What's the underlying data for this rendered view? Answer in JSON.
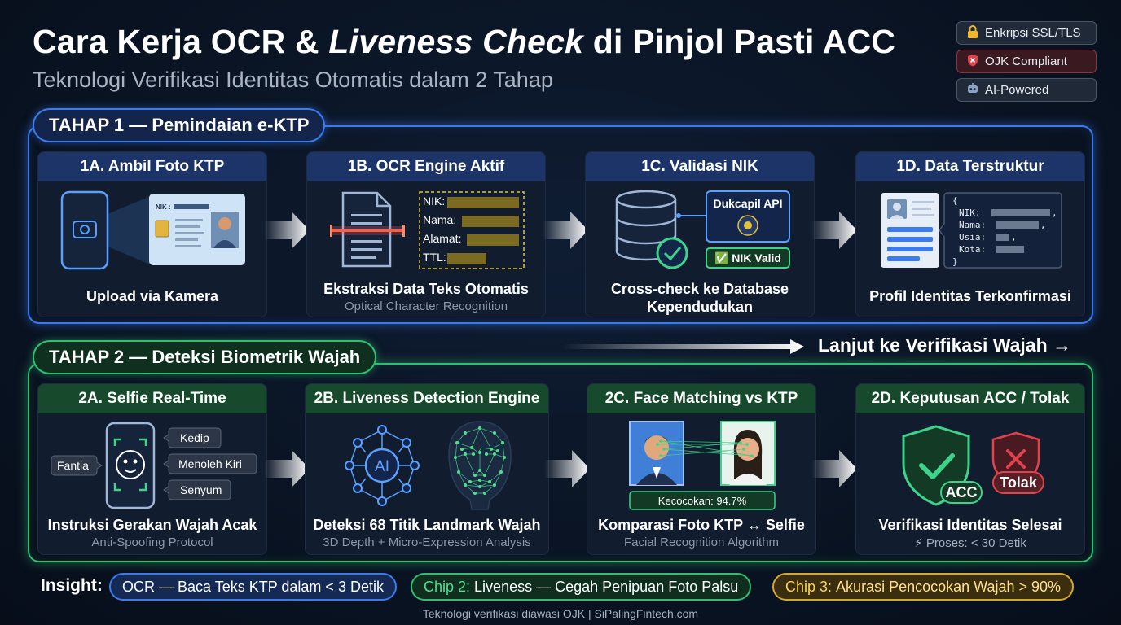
{
  "header": {
    "title_pre": "Cara Kerja OCR & ",
    "title_em": "Liveness Check",
    "title_post": " di Pinjol Pasti ACC",
    "subtitle": "Teknologi Verifikasi Identitas Otomatis dalam 2 Tahap"
  },
  "badges": [
    {
      "icon": "lock-icon",
      "label": "Enkripsi SSL/TLS"
    },
    {
      "icon": "shield-icon",
      "label": "OJK Compliant"
    },
    {
      "icon": "robot-icon",
      "label": "AI-Powered"
    }
  ],
  "stage1": {
    "label": "TAHAP 1 — Pemindaian e-KTP",
    "cards": [
      {
        "title": "1A. Ambil Foto KTP",
        "main": "Upload via Kamera",
        "sub": ""
      },
      {
        "title": "1B. OCR Engine Aktif",
        "main": "Ekstraksi Data Teks Otomatis",
        "sub": "Optical Character Recognition"
      },
      {
        "title": "1C. Validasi NIK",
        "main": "Cross-check ke Database Kependudukan",
        "sub": ""
      },
      {
        "title": "1D. Data Terstruktur",
        "main": "Profil Identitas Terkonfirmasi",
        "sub": ""
      }
    ],
    "ktp_nik": "NIK :",
    "ocr_fields": [
      "NIK:",
      "Nama:",
      "Alamat:",
      "TTL:"
    ],
    "dukcapil": "Dukcapil API",
    "nik_valid": "✅ NIK Valid",
    "json_open": "{",
    "json_fields": [
      "NIK:",
      "Nama:",
      "Usia:",
      "Kota:"
    ],
    "json_close": "}"
  },
  "lanjut": "Lanjut ke Verifikasi Wajah →",
  "stage2": {
    "label": "TAHAP 2 — Deteksi Biometrik Wajah",
    "cards": [
      {
        "title": "2A. Selfie Real-Time",
        "main": "Instruksi Gerakan Wajah Acak",
        "sub": "Anti-Spoofing Protocol"
      },
      {
        "title": "2B. Liveness Detection Engine",
        "main": "Deteksi 68 Titik Landmark Wajah",
        "sub": "3D Depth + Micro-Expression Analysis"
      },
      {
        "title": "2C. Face Matching vs KTP",
        "main": "Komparasi Foto KTP ↔ Selfie",
        "sub": "Facial Recognition Algorithm"
      },
      {
        "title": "2D. Keputusan ACC / Tolak",
        "main": "Verifikasi Identitas Selesai",
        "sub": "⚡ Proses: < 30 Detik"
      }
    ],
    "gestures": [
      "Kedip",
      "Fantia",
      "Menoleh Kiri",
      "Senyum"
    ],
    "ai_label": "AI",
    "match": "Kecocokan: 94.7%",
    "acc": "ACC",
    "tolak": "Tolak"
  },
  "insight": {
    "label": "Insight:",
    "chip1": "OCR — Baca Teks KTP dalam < 3 Detik",
    "chip2_pre": "Chip 2:",
    "chip2": "Liveness — Cegah Penipuan Foto Palsu",
    "chip3_pre": "Chip 3:",
    "chip3": "Akurasi Pencocokan Wajah > 90%"
  },
  "footer": "Teknologi verifikasi diawasi OJK | SiPalingFintech.com",
  "colors": {
    "blue": "#3b7bf0",
    "green": "#2fbf71",
    "gold": "#d4a82a",
    "red": "#e0434b"
  }
}
